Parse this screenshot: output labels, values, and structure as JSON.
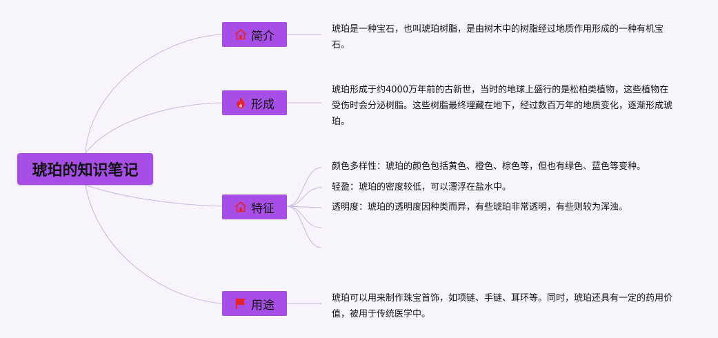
{
  "root": {
    "title": "琥珀的知识笔记"
  },
  "branches": [
    {
      "label": "简介",
      "icon": "house-icon",
      "leaves": [
        "琥珀是一种宝石，也叫琥珀树脂，是由树木中的树脂经过地质作用形成的一种有机宝石。"
      ]
    },
    {
      "label": "形成",
      "icon": "fire-icon",
      "leaves": [
        "琥珀形成于约4000万年前的古新世，当时的地球上盛行的是松柏类植物，这些植物在受伤时会分泌树脂。这些树脂最终埋藏在地下，经过数百万年的地质变化，逐渐形成琥珀。"
      ]
    },
    {
      "label": "特征",
      "icon": "house-icon",
      "leaves": [
        "颜色多样性：琥珀的颜色包括黄色、橙色、棕色等，但也有绿色、蓝色等变种。",
        "轻盈：琥珀的密度较低，可以漂浮在盐水中。",
        "透明度：琥珀的透明度因种类而异，有些琥珀非常透明，有些则较为浑浊。"
      ]
    },
    {
      "label": "用途",
      "icon": "flag-icon",
      "leaves": [
        "琥珀可以用来制作珠宝首饰，如项链、手链、耳环等。同时，琥珀还具有一定的药用价值，被用于传统医学中。"
      ]
    }
  ],
  "colors": {
    "node": "#a64ee6",
    "line": "#c9b6e6",
    "icon_red": "#e8222a",
    "background": "#f8f4fb"
  }
}
